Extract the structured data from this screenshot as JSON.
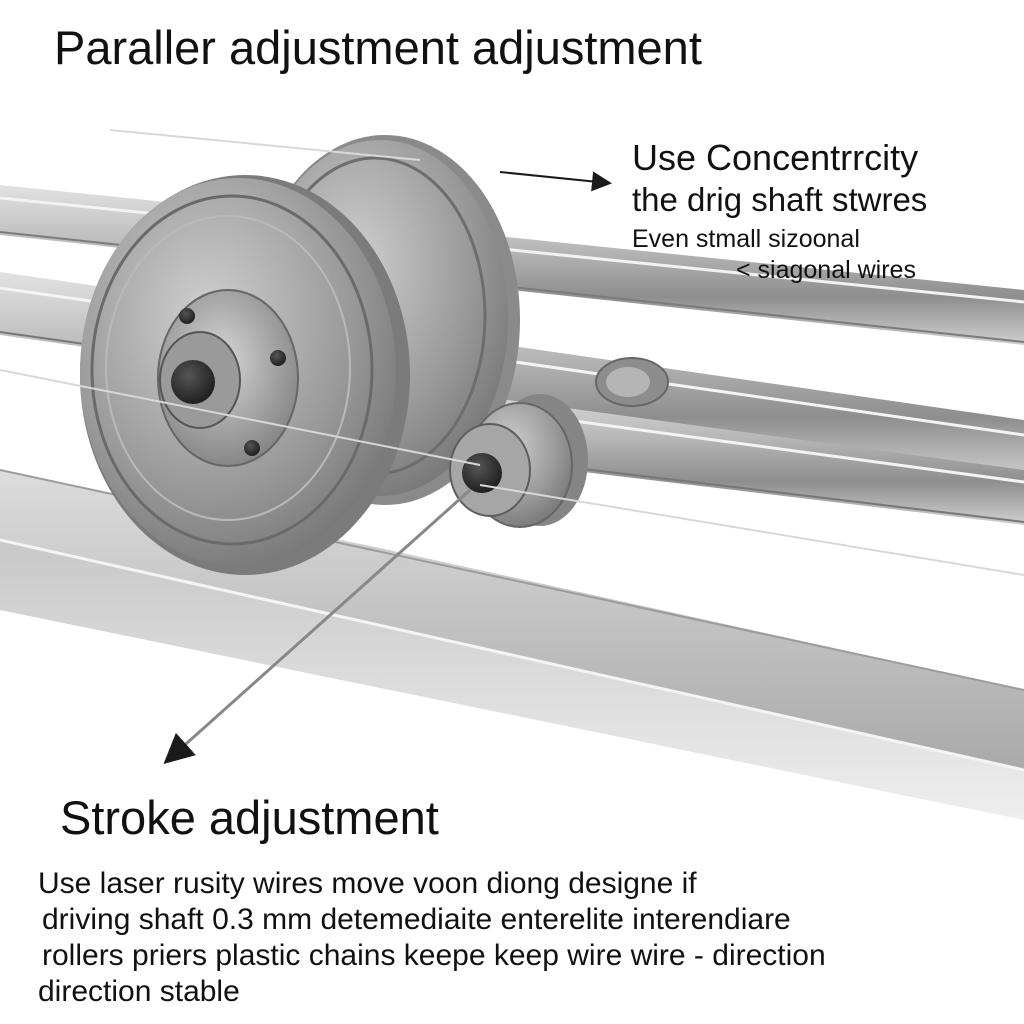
{
  "title": "Paraller adjustment adjustment",
  "callout_top": {
    "line1": "Use Concentrrcity",
    "line2": "the drig shaft stwres",
    "line3": "Even stmall sizoonal",
    "line4": "< siagonal wires"
  },
  "stroke": {
    "title": "Stroke adjustment",
    "lines": [
      "Use laser rusity wires move voon diong designe if",
      "driving shaft 0.3 mm detemediaite enterelite interendiare",
      "rollers priers plastic chains keepe keep wire wire - direction",
      "direction stable"
    ]
  }
}
